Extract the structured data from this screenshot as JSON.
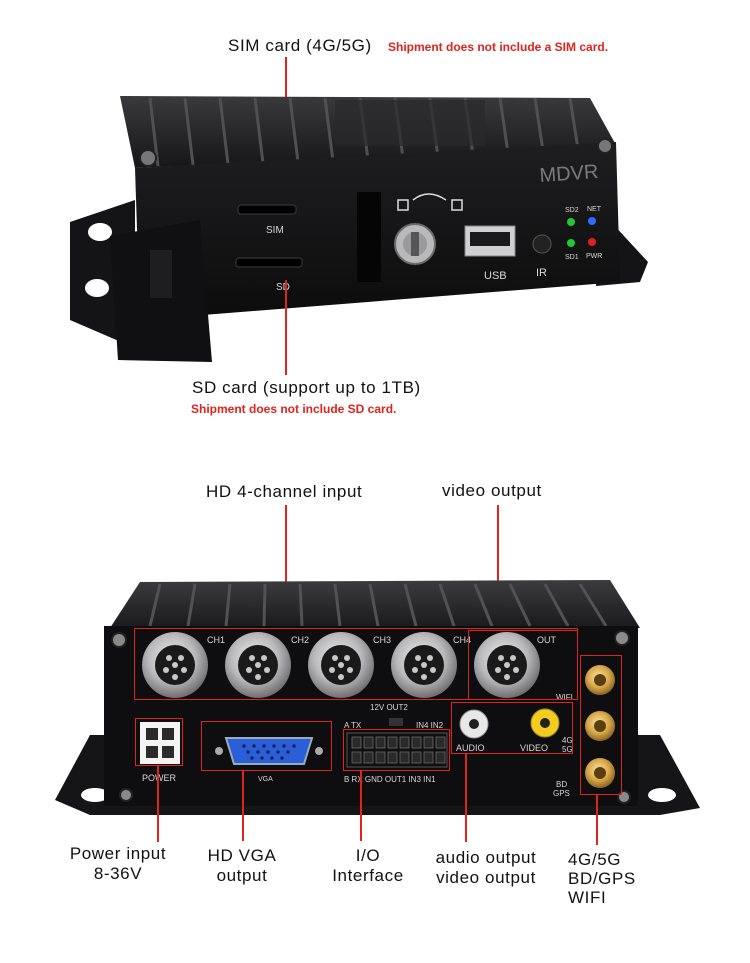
{
  "top": {
    "sim_title": "SIM card (4G/5G)",
    "sim_note": "Shipment does not include a SIM card.",
    "sd_title": "SD card (support up to 1TB)",
    "sd_note": "Shipment does not include SD card.",
    "device": {
      "brand": "MDVR",
      "sim_slot": "SIM",
      "sd_slot": "SD",
      "usb": "USB",
      "ir": "IR",
      "led_sd2": "SD2",
      "led_net": "NET",
      "led_sd1": "SD1",
      "led_pwr": "PWR",
      "led_colors": {
        "sd2": "#22c83a",
        "net": "#2a6cff",
        "sd1": "#22c83a",
        "pwr": "#e02020"
      }
    }
  },
  "bottom": {
    "callouts": {
      "hd_input": "HD 4-channel input",
      "video_output": "video output",
      "power": [
        "Power input",
        "8-36V"
      ],
      "vga": [
        "HD VGA",
        "output"
      ],
      "io": [
        "I/O",
        "Interface"
      ],
      "av": [
        "audio output",
        "video output"
      ],
      "antenna": [
        "4G/5G",
        "BD/GPS",
        "WIFI"
      ]
    },
    "panel": {
      "ch1": "CH1",
      "ch2": "CH2",
      "ch3": "CH3",
      "ch4": "CH4",
      "out": "OUT",
      "power": "POWER",
      "vga": "VGA",
      "io_top_left": "A TX",
      "io_top_right": "IN4 IN2",
      "io_bottom": "B RX GND OUT1 IN3 IN1",
      "v12_out2": "12V OUT2",
      "audio": "AUDIO",
      "video": "VIDEO",
      "wifi": "WIFI",
      "g4": "4G",
      "g5": "5G",
      "bd": "BD",
      "gps": "GPS"
    }
  }
}
